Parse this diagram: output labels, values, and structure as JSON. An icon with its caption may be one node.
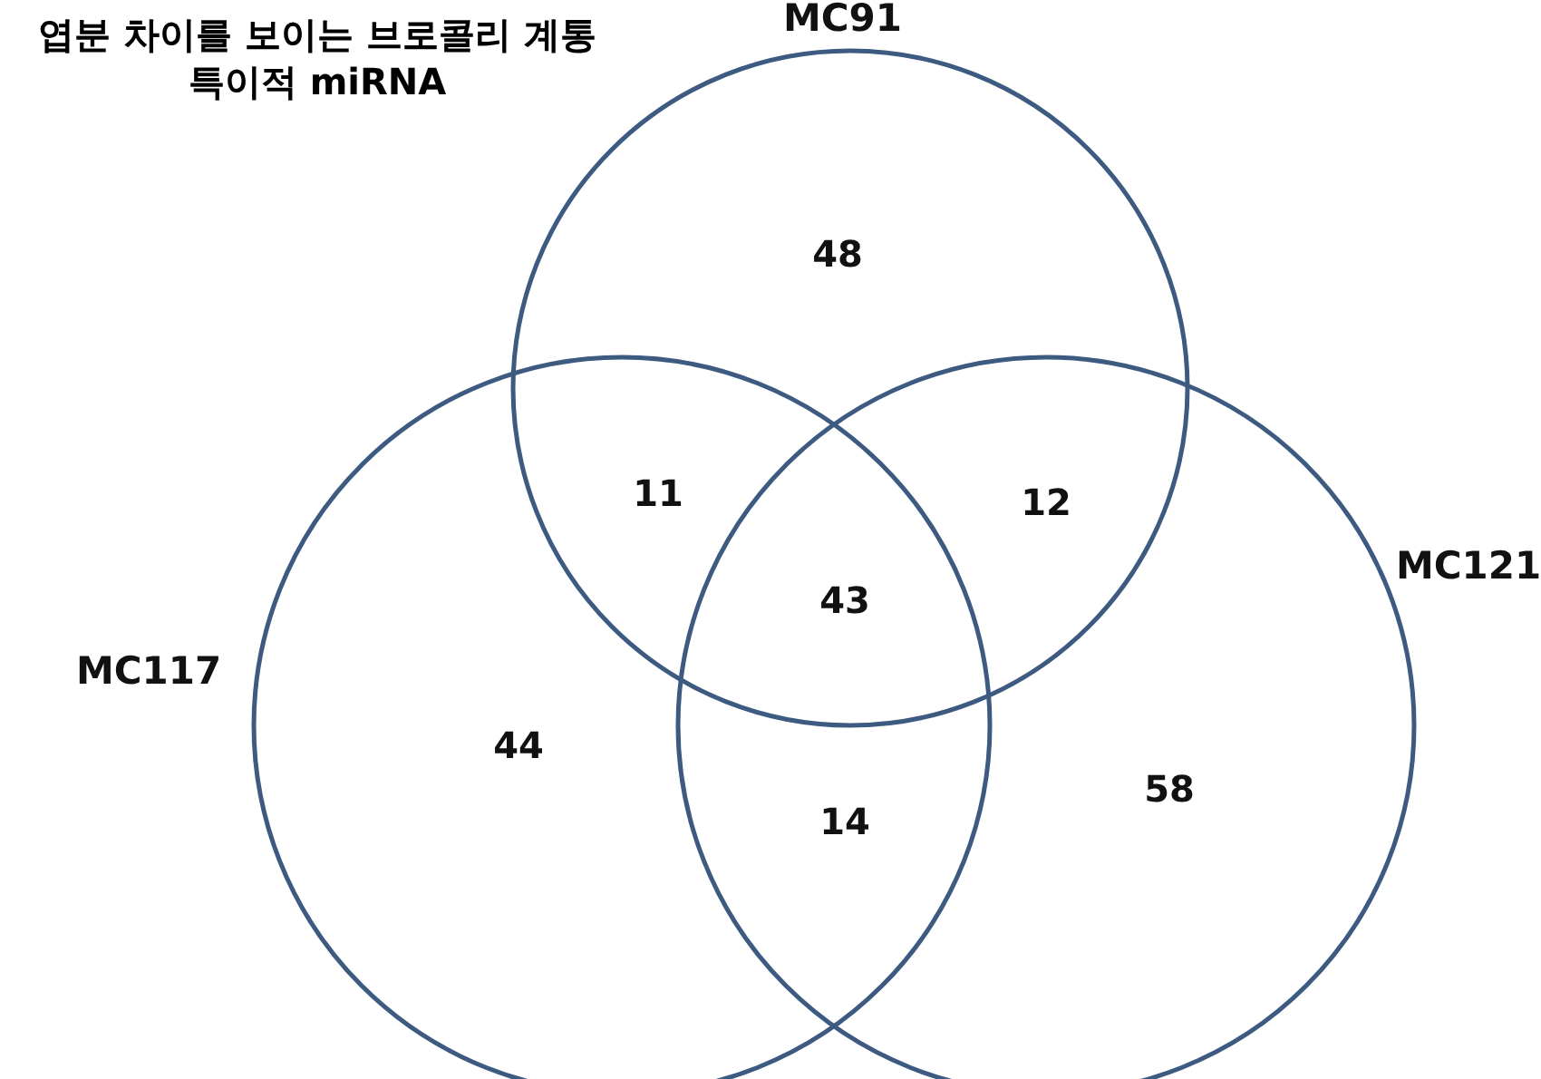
{
  "diagram": {
    "title": "엽분 차이를 보이는 브로콜리 계통 특이적 miRNA",
    "nodes": [
      {
        "text": [
          "MC91"
        ]
      },
      {
        "text": [
          "MC117"
        ]
      },
      {
        "text": [
          "MC121"
        ]
      }
    ],
    "labels": [
      "48",
      "11",
      "12",
      "43",
      "44",
      "14",
      "58"
    ]
  }
}
